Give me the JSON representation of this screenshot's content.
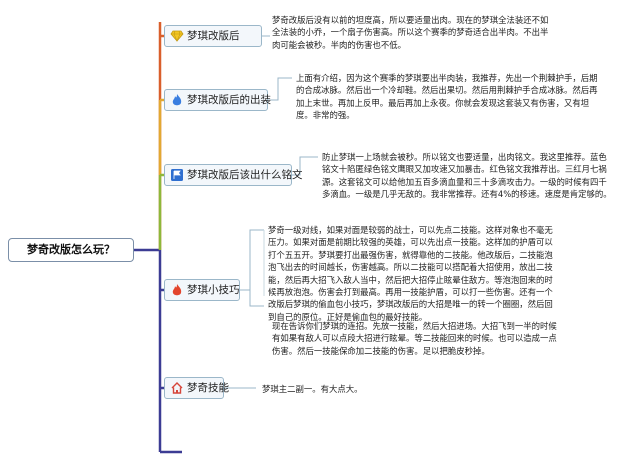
{
  "root": {
    "label": "梦奇改版怎么玩？"
  },
  "branches": [
    {
      "label": "梦琪改版后",
      "icon": "diamond-icon",
      "color": "#d95f2b",
      "notes": [
        "梦奇改版后没有以前的坦度高，所以要适量出肉。现在的梦琪全法装还不如全法装的小乔，一个扇子伤害高。所以这个赛季的梦奇适合出半肉。不出半肉可能会被秒。半肉的伤害也不低。"
      ]
    },
    {
      "label": "梦琪改版后的出装",
      "icon": "fire-icon",
      "color": "#e2a832",
      "notes": [
        "上面有介绍，因为这个赛季的梦琪要出半肉装，我推荐，先出一个荆棘护手，后期的合成冰脉。然后出一个冷却鞋。然后出果切。然后用荆棘护手合成冰脉。然后再加上末世。再加上反甲。最后再加上永夜。你就会发现这套装又有伤害，又有坦度。非常的强。"
      ]
    },
    {
      "label": "梦琪改版后该出什么铭文",
      "icon": "flag-icon",
      "color": "#8db83a",
      "notes": [
        "防止梦琪一上场就会被秒。所以铭文也要适量，出肉铭文。我这里推荐。蓝色铭文十陷匿绿色铭文鹰眼又加攻速又加暴击。红色铭文我推荐出。三红月七祸源。这套铭文可以给他加五百多滴血量和三十多滴攻击力。一级的时候有四千多滴血。一级是几乎无敌的。我非常推荐。还有4%的移速。速度是肯定够的。"
      ]
    },
    {
      "label": "梦琪小技巧",
      "icon": "fire-icon",
      "color": "#3c3c94",
      "notes": [
        "梦奇一级对线，如果对面是较弱的战士，可以先点二技能。这样对象也不毫无压力。如果对面是前期比较强的英雄，可以先出点一技能。这样加的护盾可以打个五五开。梦琪要打出最强伤害，就得靠他的二技能。他改版后，二技能泡泡飞出去的时间越长，伤害越高。所以二技能可以搭配着大招使用，放出二技能，然后再大招飞入敌人当中，然后把大招停止眩晕住敌方。等泡泡回来的时候再放泡泡。伤害会打到最高。再用一技能护盾，可以打一些伤害。还有一个改版后梦琪的偷血包小技巧，梦琪改版后的大招是唯一的转一个圈圈，然后回到自己的原位。正好是偷血包的最好技能。",
        "现在告诉你们梦琪的连招。先放一技能，然后大招进场。大招飞到一半的时候有如果有敌人可以点段大招进行眩晕。等二技能回来的时候。也可以造成一点伤害。然后一技能保命加二技能的伤害。足以把脆皮秒掉。"
      ]
    },
    {
      "label": "梦奇技能",
      "icon": "house-icon",
      "color": "#3c3c94",
      "notes": [
        "梦琪主二副一。有大点大。"
      ]
    }
  ]
}
